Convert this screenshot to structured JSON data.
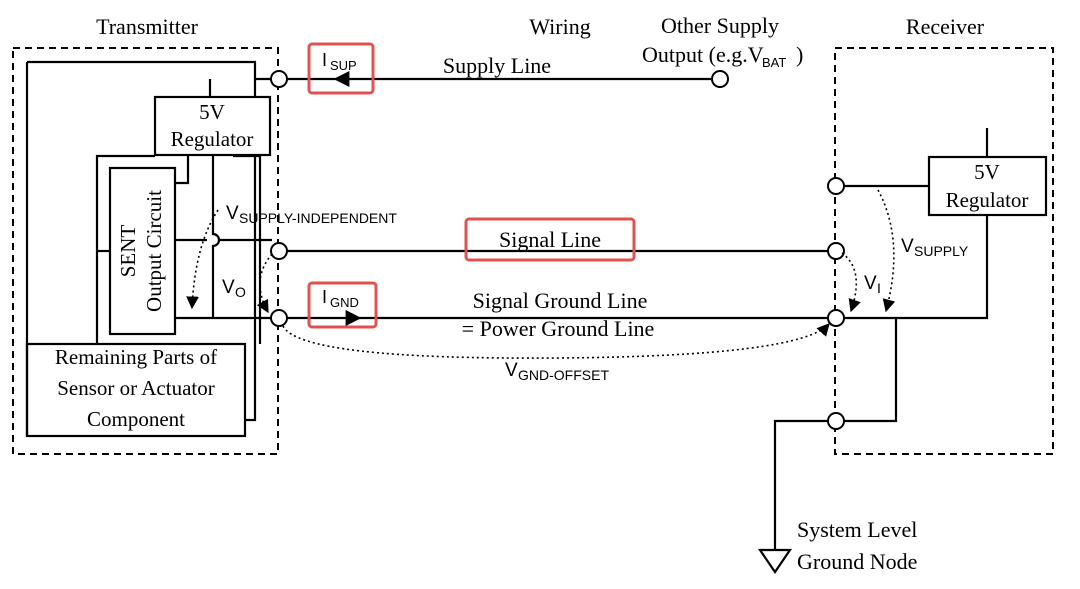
{
  "labels": {
    "transmitter": "Transmitter",
    "wiring": "Wiring",
    "other_supply_1": "Other Supply",
    "other_supply_2": "Output (e.g.V",
    "other_supply_sub": "BAT",
    "other_supply_end": ")",
    "receiver": "Receiver",
    "supply_line": "Supply Line",
    "i_sup_main": "I",
    "i_sup_sub": "SUP",
    "reg_left_1": "5V",
    "reg_left_2": "Regulator",
    "reg_right_1": "5V",
    "reg_right_2": "Regulator",
    "sent_1": "SENT",
    "sent_2": "Output Circuit",
    "v_supply_ind_main": "V",
    "v_supply_ind_sub": "SUPPLY-INDEPENDENT",
    "signal_line": "Signal Line",
    "v_supply_main": "V",
    "v_supply_sub": "SUPPLY",
    "v_o_main": "V",
    "v_o_sub": "O",
    "v_i_main": "V",
    "v_i_sub": "I",
    "i_gnd_main": "I",
    "i_gnd_sub": "GND",
    "ground_line_1": "Signal Ground Line",
    "ground_line_2": "= Power Ground Line",
    "remaining_1": "Remaining Parts of",
    "remaining_2": "Sensor or Actuator",
    "remaining_3": "Component",
    "v_gnd_offset_main": "V",
    "v_gnd_offset_sub": "GND-OFFSET",
    "system_ground_1": "System Level",
    "system_ground_2": "Ground Node"
  },
  "colors": {
    "highlight": "#e05252",
    "line": "#000000",
    "background": "#ffffff"
  }
}
